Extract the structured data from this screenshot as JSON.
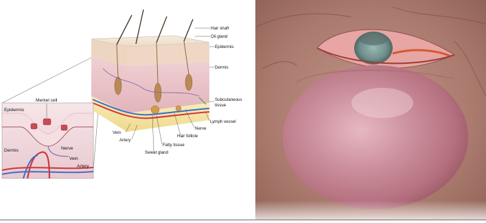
{
  "diagram": {
    "labels": {
      "hair_shaft": "Hair shaft",
      "oil_gland": "Oil gland",
      "epidermis": "Epidermis",
      "dermis": "Dermis",
      "subcutaneous_1": "Subcutaneous",
      "subcutaneous_2": "tissue",
      "lymph_vessel": "Lymph vessel",
      "nerve": "Nerve",
      "hair_follicle": "Hair follicle",
      "vein": "Vein",
      "artery": "Artery",
      "fatty_tissue": "Fatty tissue",
      "sweat_gland": "Sweat gland"
    },
    "inset": {
      "merkel_cell": "Merkel cell",
      "epidermis": "Epidermis",
      "dermis": "Dermis",
      "nerve": "Nerve",
      "vein": "Vein",
      "artery": "Artery"
    }
  },
  "colors": {
    "epidermis": "#f1e4d3",
    "dermis": "#e7c3c8",
    "subcutaneous": "#f4e6a6",
    "vein": "#3b6fc9",
    "artery": "#d2343a",
    "lymph": "#6f9f4a",
    "skin_lesion": "#c98c9a",
    "skin_surround": "#b07f73"
  }
}
